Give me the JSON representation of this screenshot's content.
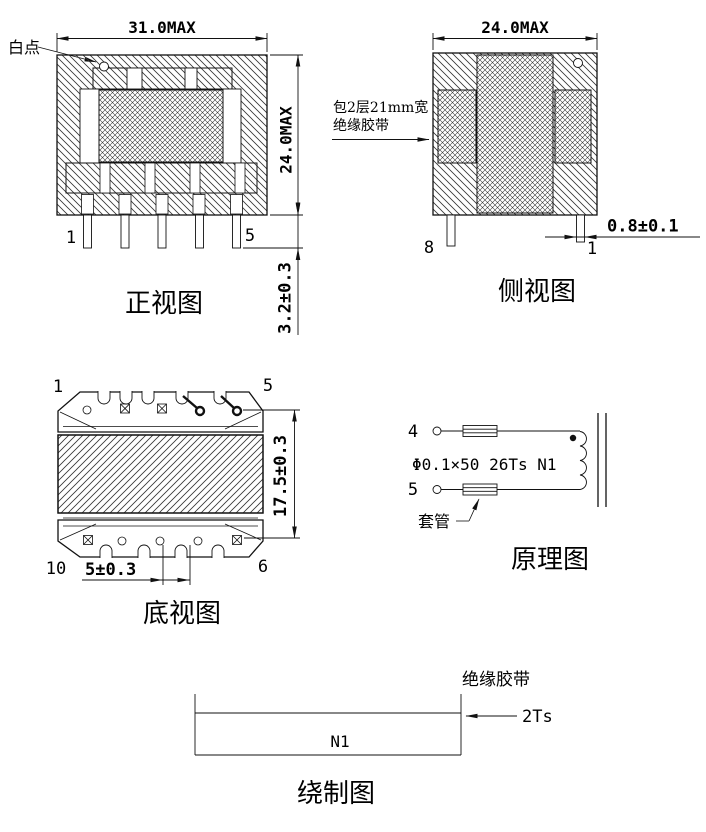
{
  "front": {
    "title": "正视图",
    "dim_width": "31.0MAX",
    "dim_height": "24.0MAX",
    "dim_pin_len": "3.2±0.3",
    "white_dot": "白点",
    "pin_first": "1",
    "pin_last": "5"
  },
  "side": {
    "title": "侧视图",
    "dim_width": "24.0MAX",
    "dim_pin": "0.8±0.1",
    "note1": "包2层21mm宽",
    "note2": "绝缘胶带",
    "pin_left": "8",
    "pin_right": "1"
  },
  "bottom": {
    "title": "底视图",
    "dim_h": "17.5±0.3",
    "dim_pitch": "5±0.3",
    "c_tl": "1",
    "c_tr": "5",
    "c_bl": "10",
    "c_br": "6"
  },
  "schematic": {
    "title": "原理图",
    "t_top": "4",
    "t_bottom": "5",
    "spec": "Φ0.1×50  26Ts  N1",
    "sleeve": "套管"
  },
  "winding": {
    "title": "绕制图",
    "coil": "N1",
    "tape": "绝缘胶带",
    "turns": "2Ts"
  },
  "colors": {
    "ink": "#111111",
    "paper": "#ffffff"
  }
}
